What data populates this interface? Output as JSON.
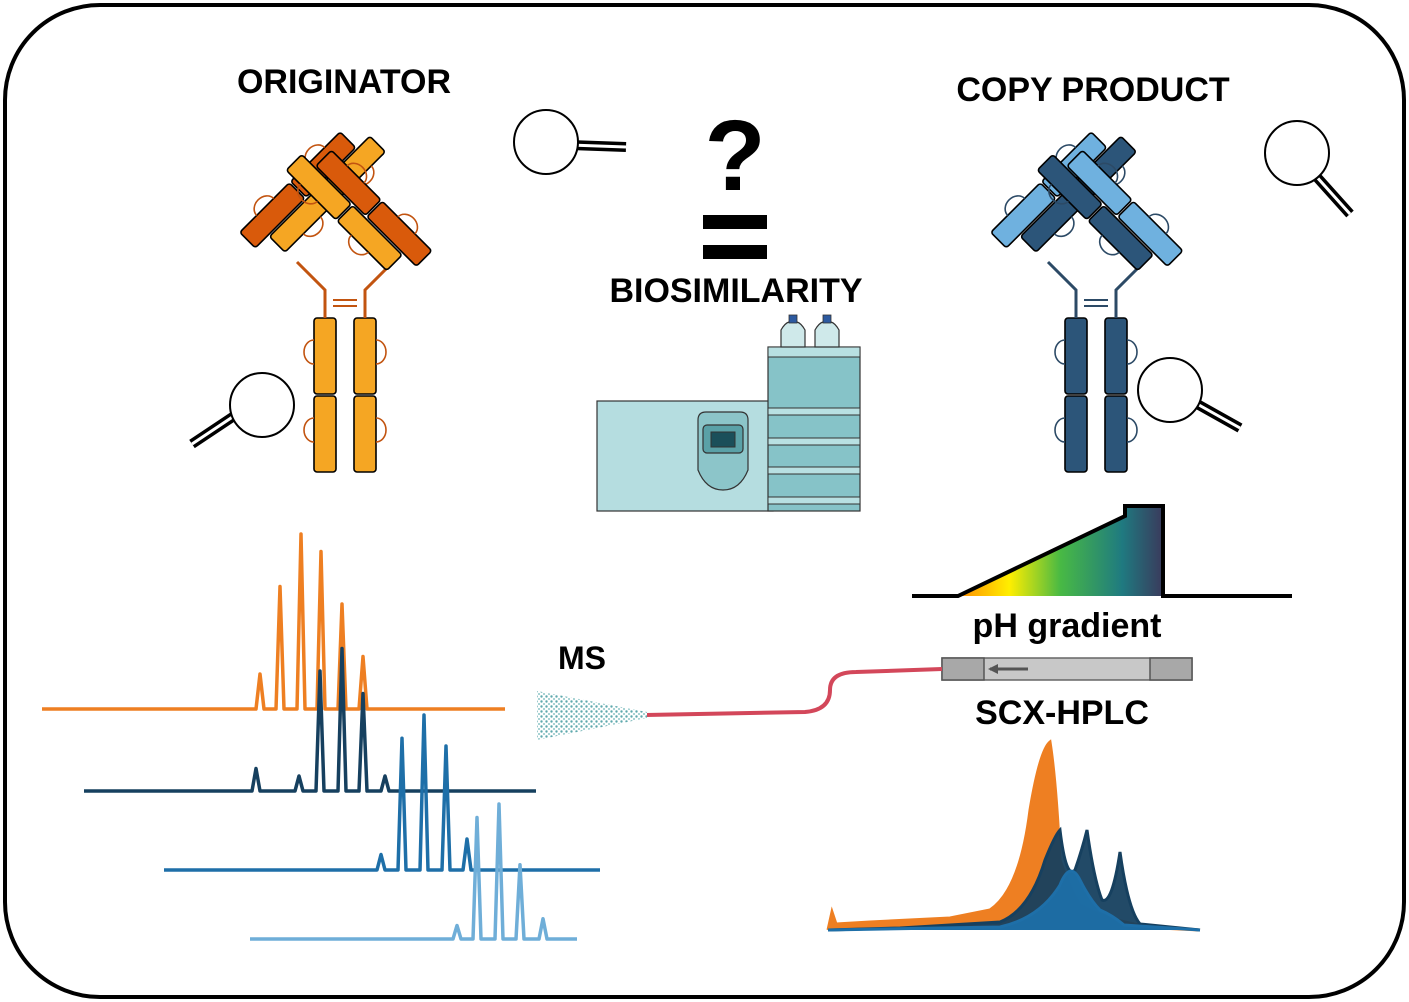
{
  "labels": {
    "originator": "ORIGINATOR",
    "copy_product": "COPY PRODUCT",
    "question": "?",
    "biosimilarity": "BIOSIMILARITY",
    "ph_gradient": "pH gradient",
    "scx_hplc": "SCX-HPLC",
    "ms": "MS"
  },
  "colors": {
    "originator_heavy": "#F5A623",
    "originator_light": "#D95A0B",
    "copy_heavy": "#2C5579",
    "copy_light": "#6FB1DF",
    "spectrum_orange": "#EE7F22",
    "spectrum_navy": "#16405F",
    "spectrum_blue": "#1E6FA8",
    "spectrum_light": "#6FAED8",
    "capillary": "#D3475A",
    "hplc_body": "#B5DDE0"
  },
  "chart_data": [
    {
      "type": "line",
      "title": "",
      "series": [
        {
          "color": "#EE7F22",
          "peaks": [
            0.2,
            0.7,
            1.0,
            0.9,
            0.6,
            0.3
          ]
        },
        {
          "color": "#16405F",
          "peaks": [
            0.15,
            0.1,
            0.8,
            0.95,
            0.65,
            0.1
          ]
        },
        {
          "color": "#1E6FA8",
          "peaks": [
            0.1,
            0.85,
            1.0,
            0.8,
            0.2
          ]
        },
        {
          "color": "#6FAED8",
          "peaks": [
            0.1,
            0.9,
            1.0,
            0.55,
            0.15
          ]
        }
      ]
    },
    {
      "type": "line",
      "title": "",
      "series": [
        {
          "color": "#EE7F22",
          "fill": true
        },
        {
          "color": "#16405F",
          "fill": true
        },
        {
          "color": "#1E6FA8",
          "fill": true
        }
      ]
    }
  ]
}
